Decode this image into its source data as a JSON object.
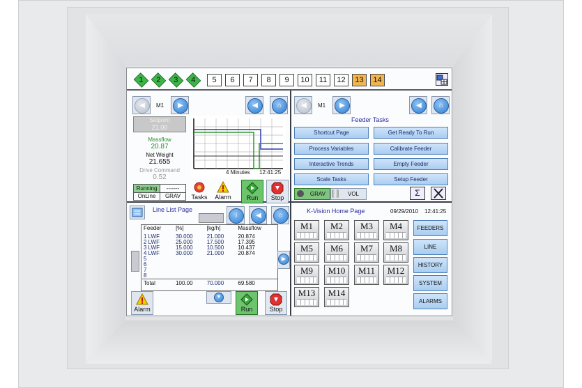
{
  "top_numbers": [
    "1",
    "2",
    "3",
    "4",
    "5",
    "6",
    "7",
    "8",
    "9",
    "10",
    "11",
    "12",
    "13",
    "14"
  ],
  "feeder_panel": {
    "feeder_label": "M1",
    "setpoint_label": "Setpoint",
    "setpoint_value": "21.00",
    "massflow_label": "Massflow",
    "massflow_value": "20.87",
    "netweight_label": "Net Weight",
    "netweight_value": "21.655",
    "drive_label": "Drive Command",
    "drive_value": "0.52",
    "trend_xlabel": "4 Minutes",
    "trend_time": "12:41:25",
    "status_running": "Running",
    "status_dashes": "-------",
    "status_online": "OnLine",
    "status_grav": "GRAV",
    "tasks_label": "Tasks",
    "alarm_label": "Alarm",
    "run_label": "Run",
    "stop_label": "Stop"
  },
  "tasks_panel": {
    "feeder_label": "M1",
    "title": "Feeder Tasks",
    "buttons": [
      "Shortcut Page",
      "Get Ready To Run",
      "Process Variables",
      "Calibrate Feeder",
      "Interactive Trends",
      "Empty Feeder",
      "Scale Tasks",
      "Setup Feeder"
    ],
    "grav_label": "GRAV",
    "vol_label": "VOL",
    "sigma_label": "Σ"
  },
  "line_list": {
    "title": "Line List Page",
    "headers": [
      "Feeder",
      "[%]",
      "[kg/h]",
      "Massflow"
    ],
    "rows": [
      [
        "1  LWF",
        "30.000",
        "21.000",
        "20.874"
      ],
      [
        "2  LWF",
        "25.000",
        "17.500",
        "17.395"
      ],
      [
        "3  LWF",
        "15.000",
        "10.500",
        "10.437"
      ],
      [
        "4  LWF",
        "30.000",
        "21.000",
        "20.874"
      ],
      [
        "5",
        "",
        "",
        ""
      ],
      [
        "6",
        "",
        "",
        ""
      ],
      [
        "7",
        "",
        "",
        ""
      ],
      [
        "8",
        "",
        "",
        ""
      ]
    ],
    "total": [
      "Total",
      "100.00",
      "70.000",
      "69.580"
    ],
    "alarm_label": "Alarm",
    "run_label": "Run",
    "stop_label": "Stop"
  },
  "home": {
    "title": "K-Vision Home Page",
    "date": "09/29/2010",
    "time": "12:41:25",
    "feeders": [
      "M1",
      "M2",
      "M3",
      "M4",
      "M5",
      "M6",
      "M7",
      "M8",
      "M9",
      "M10",
      "M11",
      "M12",
      "M13",
      "M14"
    ],
    "nav": [
      "FEEDERS",
      "LINE",
      "HISTORY",
      "SYSTEM",
      "ALARMS"
    ]
  },
  "colors": {
    "accent": "#a9cdf0",
    "green": "#3db34a",
    "orange": "#f0b450",
    "title_blue": "#2a2aa0"
  }
}
